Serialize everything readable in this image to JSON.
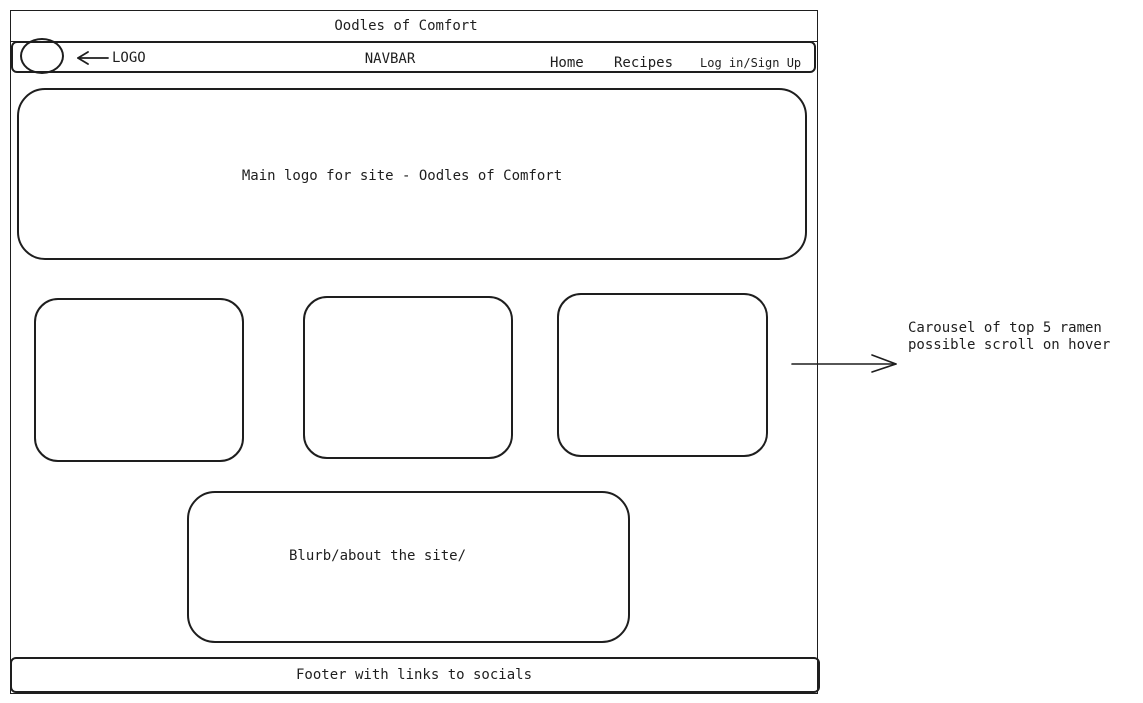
{
  "page": {
    "title": "Oodles of Comfort"
  },
  "navbar": {
    "logo_note": "LOGO",
    "label": "NAVBAR",
    "links": {
      "home": "Home",
      "recipes": "Recipes",
      "login": "Log in/Sign Up"
    }
  },
  "hero": {
    "text": "Main logo for site - Oodles of Comfort"
  },
  "carousel": {
    "cards": [
      {
        "label": ""
      },
      {
        "label": ""
      },
      {
        "label": ""
      }
    ],
    "annotation": {
      "line1": "Carousel of top 5 ramen",
      "line2": "possible scroll on hover"
    }
  },
  "blurb": {
    "text": "Blurb/about the site/"
  },
  "footer": {
    "text": "Footer with links to socials"
  },
  "colors": {
    "stroke": "#1e1e1e",
    "background": "#ffffff"
  }
}
